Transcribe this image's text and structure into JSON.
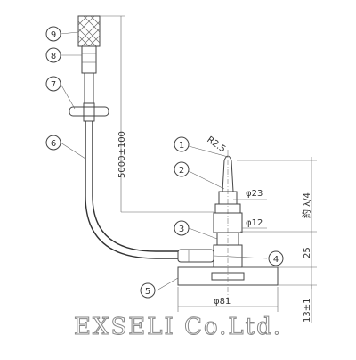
{
  "callouts": [
    "1",
    "2",
    "3",
    "4",
    "5",
    "6",
    "7",
    "8",
    "9"
  ],
  "dimensions": {
    "cable_length": "5000±100",
    "tip_radius": "R2.5",
    "d23": "φ23",
    "d12": "φ12",
    "lambda": "約 λ/4",
    "h25": "25",
    "d81": "φ81",
    "h13": "13±1"
  },
  "brand": "EXSELI Co.Ltd."
}
